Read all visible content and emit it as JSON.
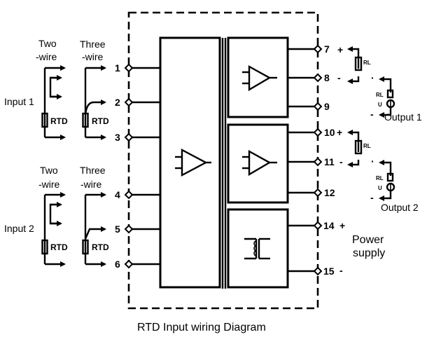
{
  "caption": "RTD Input  wiring Diagram",
  "inputs": [
    {
      "label": "Input 1",
      "two_wire_label": [
        "Two",
        "-wire"
      ],
      "three_wire_label": [
        "Three",
        "-wire"
      ],
      "rtd_label": "RTD",
      "terminals": [
        "1",
        "2",
        "3"
      ]
    },
    {
      "label": "Input 2",
      "two_wire_label": [
        "Two",
        "-wire"
      ],
      "three_wire_label": [
        "Three",
        "-wire"
      ],
      "rtd_label": "RTD",
      "terminals": [
        "4",
        "5",
        "6"
      ]
    }
  ],
  "outputs": [
    {
      "label": "Output 1",
      "terminals": [
        "7",
        "8",
        "9"
      ],
      "polarity": [
        "+",
        "-"
      ],
      "load_label": "RL",
      "source_label": "U",
      "source_polarity": [
        "-",
        "-"
      ]
    },
    {
      "label": "Output 2",
      "terminals": [
        "10",
        "11",
        "12"
      ],
      "polarity": [
        "+",
        "-"
      ],
      "load_label": "RL",
      "source_label": "U",
      "source_polarity": [
        "-",
        "-"
      ]
    }
  ],
  "power": {
    "label_line1": "Power",
    "label_line2": "supply",
    "terminals": [
      "14",
      "15"
    ],
    "polarity": [
      "+",
      "-"
    ]
  },
  "blocks": {
    "input_block": "amplifier-icon",
    "output1_block": "amplifier-icon",
    "output2_block": "amplifier-icon",
    "power_block": "transformer-icon"
  }
}
